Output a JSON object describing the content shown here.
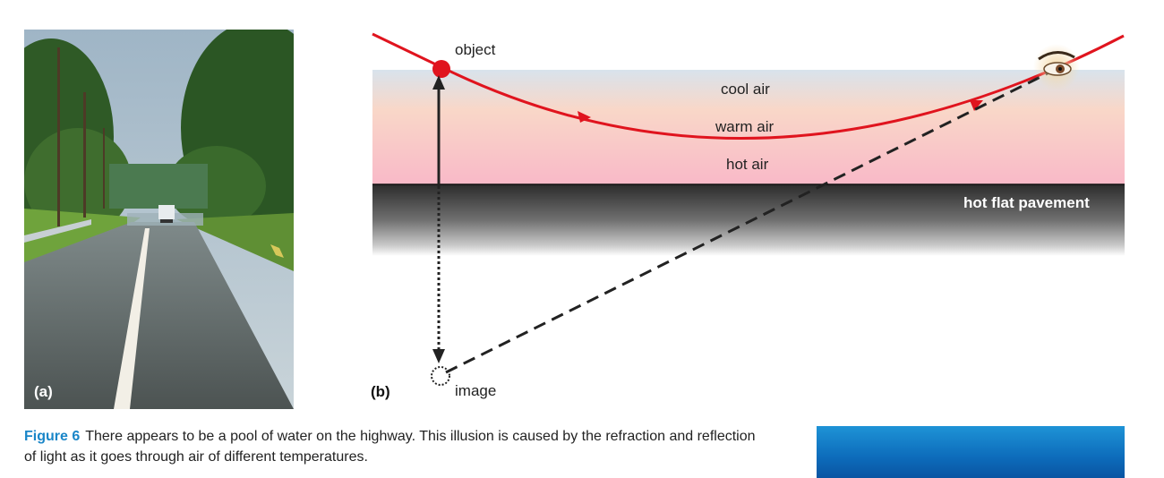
{
  "panel_a_label": "(a)",
  "panel_b_label": "(b)",
  "diagram": {
    "object_label": "object",
    "cool_air_label": "cool air",
    "warm_air_label": "warm air",
    "hot_air_label": "hot air",
    "pavement_label": "hot flat pavement",
    "image_label": "image"
  },
  "caption": {
    "figure_label": "Figure 6",
    "text": "There appears to be a pool of water on the highway. This illusion is caused by the refraction and reflection of light as it goes through air of different temperatures."
  },
  "colors": {
    "ray": "#e0141e",
    "caption_accent": "#1a86c8",
    "box_blue": "#0d6cbb"
  }
}
